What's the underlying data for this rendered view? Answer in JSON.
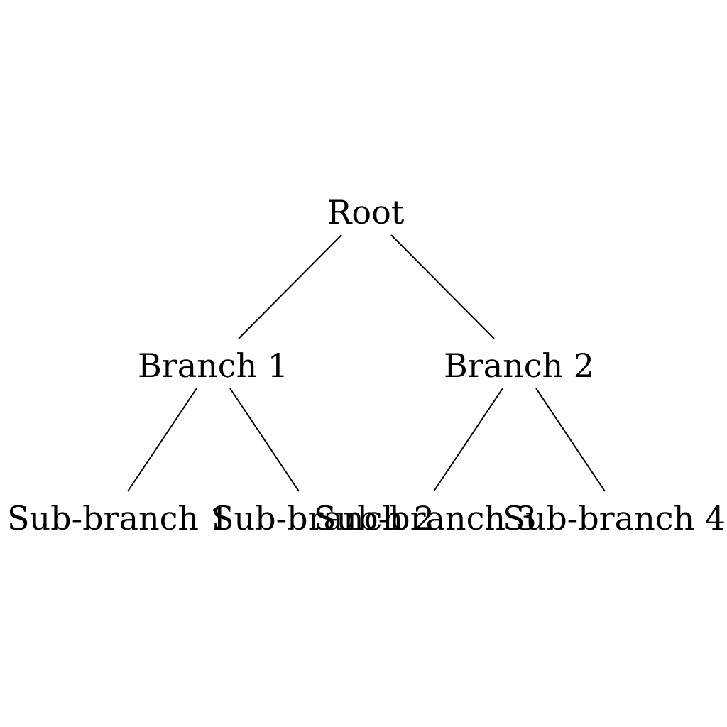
{
  "diagram": {
    "type": "tree",
    "root": {
      "label": "Root",
      "children": [
        {
          "label": "Branch 1",
          "children": [
            {
              "label": "Sub-branch 1"
            },
            {
              "label": "Sub-branch 2"
            }
          ]
        },
        {
          "label": "Branch 2",
          "children": [
            {
              "label": "Sub-branch 3"
            },
            {
              "label": "Sub-branch 4"
            }
          ]
        }
      ]
    },
    "colors": {
      "background": "#ffffff",
      "line": "#000000",
      "text": "#000000"
    }
  }
}
